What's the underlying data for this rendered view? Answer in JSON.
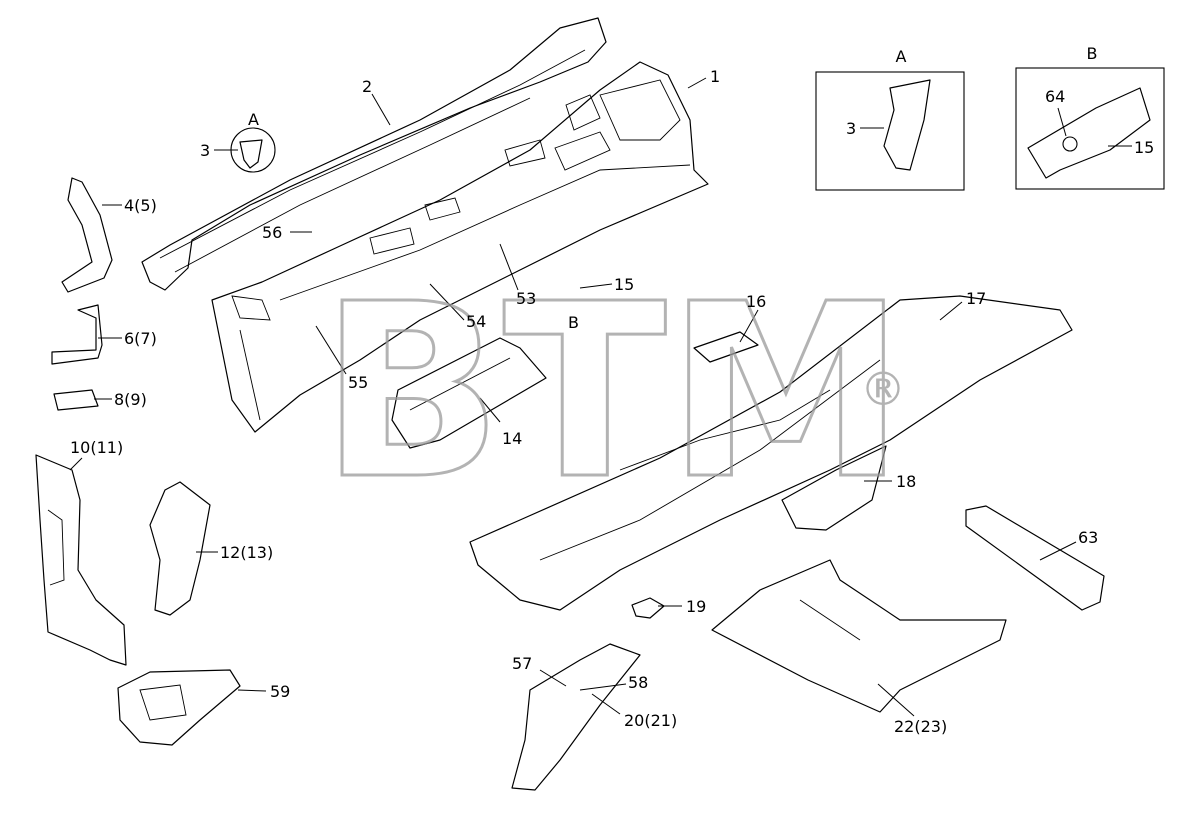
{
  "watermark": {
    "text": "BTM",
    "registered": "®"
  },
  "insets": [
    {
      "id": "A",
      "label": "A",
      "callouts": [
        "3"
      ]
    },
    {
      "id": "B",
      "label": "B",
      "callouts": [
        "64",
        "15"
      ]
    }
  ],
  "callouts": [
    {
      "id": "p1",
      "text": "1"
    },
    {
      "id": "p2",
      "text": "2"
    },
    {
      "id": "pA",
      "text": "A"
    },
    {
      "id": "p3",
      "text": "3"
    },
    {
      "id": "p4",
      "text": "4(5)"
    },
    {
      "id": "p56",
      "text": "56"
    },
    {
      "id": "p6",
      "text": "6(7)"
    },
    {
      "id": "p8",
      "text": "8(9)"
    },
    {
      "id": "p10",
      "text": "10(11)"
    },
    {
      "id": "p12",
      "text": "12(13)"
    },
    {
      "id": "p59",
      "text": "59"
    },
    {
      "id": "p53",
      "text": "53"
    },
    {
      "id": "p54",
      "text": "54"
    },
    {
      "id": "p55",
      "text": "55"
    },
    {
      "id": "p15",
      "text": "15"
    },
    {
      "id": "pB",
      "text": "B"
    },
    {
      "id": "p14",
      "text": "14"
    },
    {
      "id": "p16",
      "text": "16"
    },
    {
      "id": "p17",
      "text": "17"
    },
    {
      "id": "p18",
      "text": "18"
    },
    {
      "id": "p63",
      "text": "63"
    },
    {
      "id": "p19",
      "text": "19"
    },
    {
      "id": "p57",
      "text": "57"
    },
    {
      "id": "p58",
      "text": "58"
    },
    {
      "id": "p20",
      "text": "20(21)"
    },
    {
      "id": "p22",
      "text": "22(23)"
    }
  ]
}
